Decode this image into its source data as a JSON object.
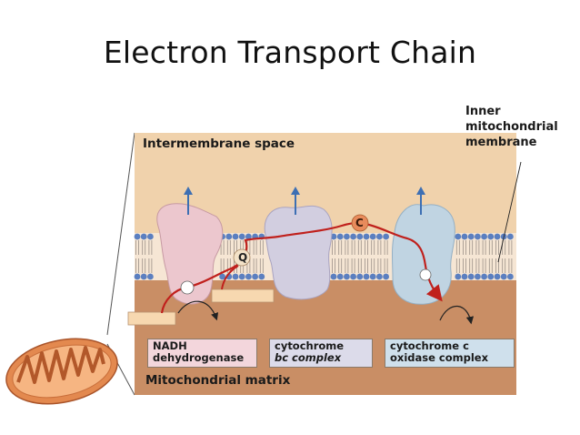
{
  "title": "Electron Transport Chain",
  "labels": {
    "inner_membrane": [
      "Inner",
      "mitochondrial",
      "membrane"
    ],
    "intermembrane_space": "Intermembrane space",
    "mitochondrial_matrix": "Mitochondrial matrix"
  },
  "complexes": {
    "complex1": [
      "NADH",
      "dehydrogenase"
    ],
    "complex2": [
      "cytochrome",
      "bc complex"
    ],
    "complex3": [
      "cytochrome c",
      "oxidase complex"
    ]
  },
  "carriers": {
    "q": "Q",
    "c": "C"
  },
  "colors": {
    "intermembrane": "#f0d2ac",
    "matrix": "#c98e65",
    "complex1": "#ecc7ce",
    "complex2": "#d2cee0",
    "complex3": "#c0d4e2",
    "arrow_red": "#c0201c",
    "arrow_blue": "#3d6fb3",
    "lipid_head": "#5b7fc0"
  }
}
